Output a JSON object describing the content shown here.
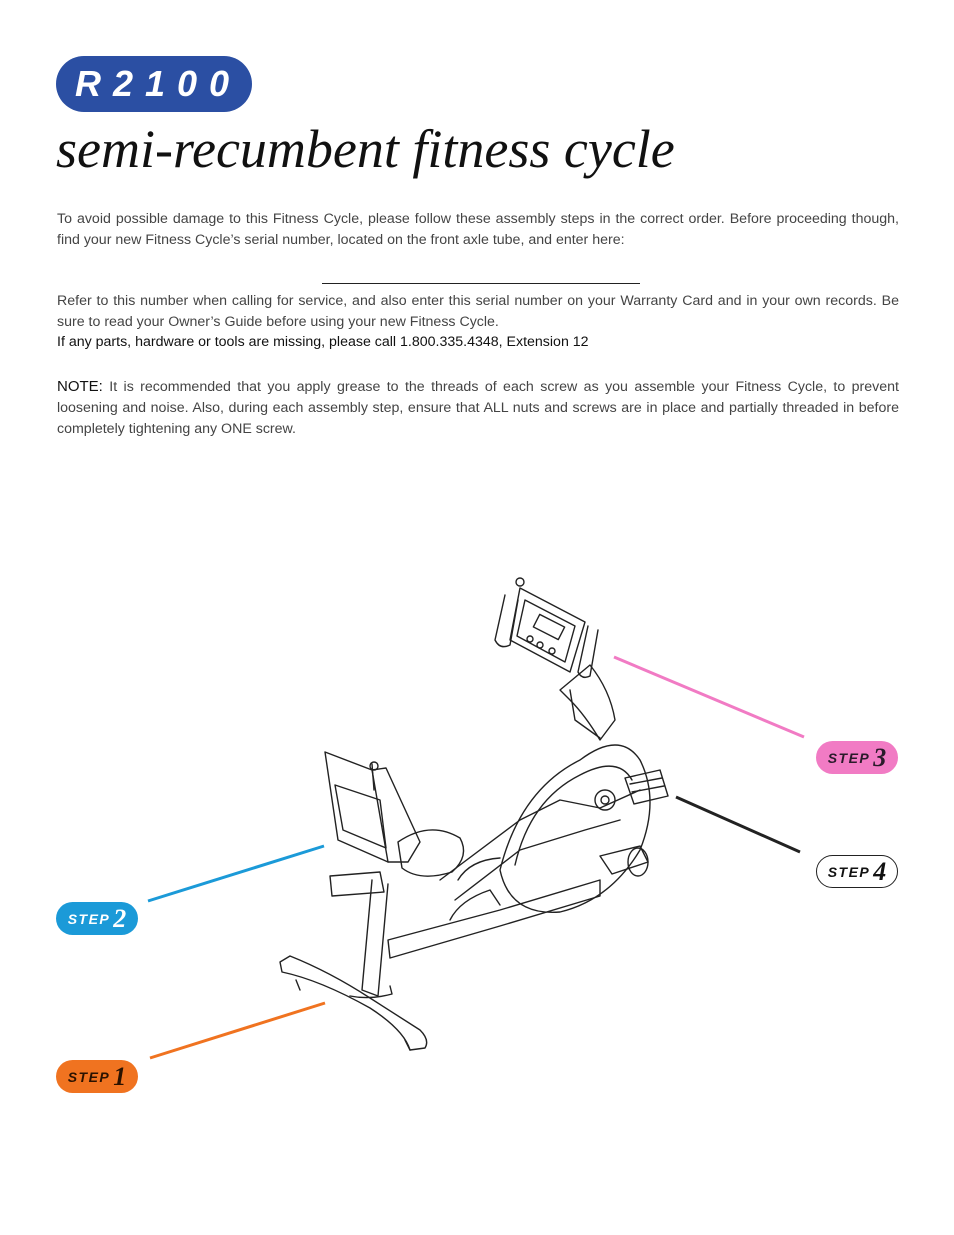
{
  "header": {
    "model": "R2100",
    "title": "semi-recumbent fitness cycle"
  },
  "body": {
    "intro": "To avoid possible damage to this Fitness Cycle, please follow these assembly steps in the correct order. Before proceeding though, find your new Fitness Cycle’s serial number, located on the front axle tube, and enter here:",
    "refer": "Refer to this number when calling for service, and also enter this serial number on your Warranty Card and in your own records. Be sure to read your Owner’s Guide before using your new Fitness Cycle.",
    "missing": "If any parts, hardware or tools are missing, please call 1.800.335.4348, Extension 12",
    "note_label": "NOTE:",
    "note_text": " It is recommended that you apply grease to the threads of each screw as you assemble your Fitness Cycle, to prevent loosening and noise. Also, during each assembly step, ensure that ALL nuts and screws are in place and partially threaded in before completely tightening any ONE screw."
  },
  "steps": {
    "step_word": "STEP",
    "step1": "1",
    "step2": "2",
    "step3": "3",
    "step4": "4"
  },
  "colors": {
    "badge": "#2b4fa3",
    "step1": "#f07320",
    "step2": "#1b9ad8",
    "step3": "#f17bc4",
    "step4": "#222222"
  }
}
